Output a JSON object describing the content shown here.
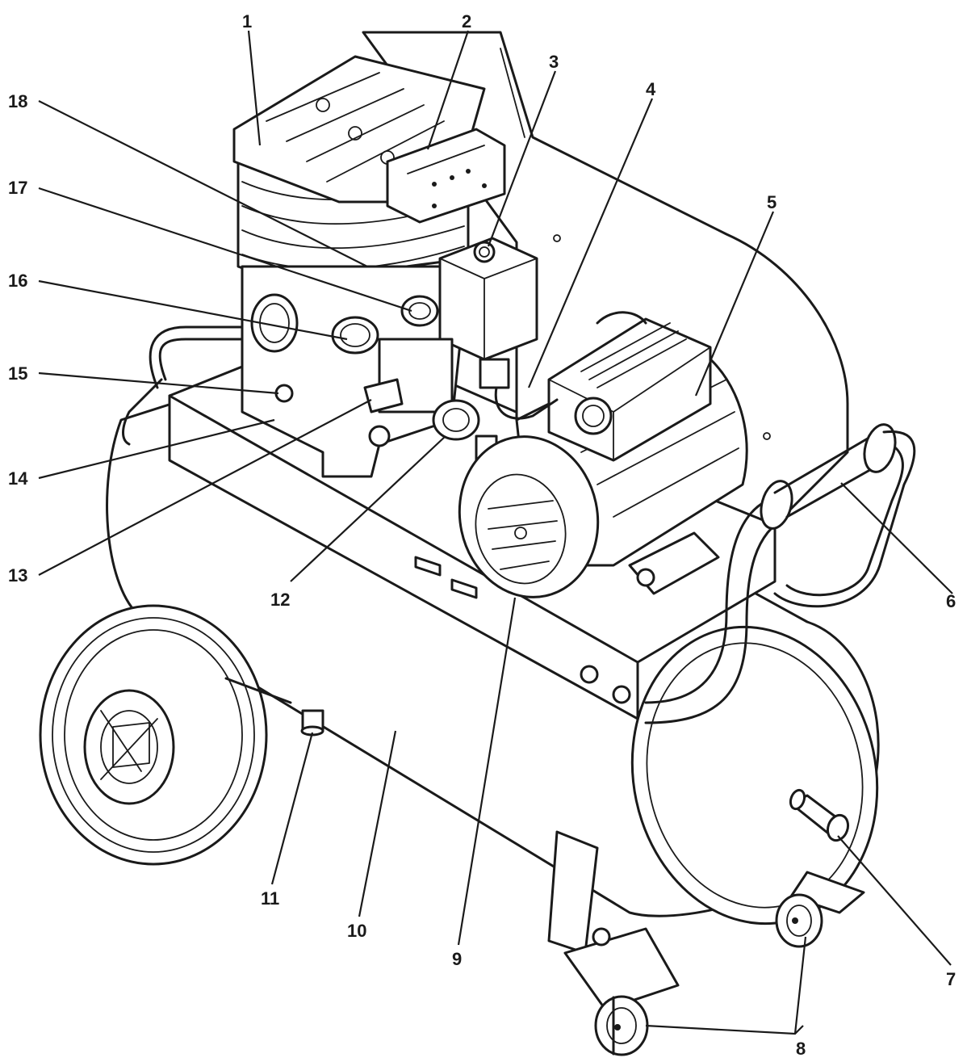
{
  "callouts": [
    {
      "id": "1",
      "label": "1"
    },
    {
      "id": "2",
      "label": "2"
    },
    {
      "id": "3",
      "label": "3"
    },
    {
      "id": "4",
      "label": "4"
    },
    {
      "id": "5",
      "label": "5"
    },
    {
      "id": "6",
      "label": "6"
    },
    {
      "id": "7",
      "label": "7"
    },
    {
      "id": "8",
      "label": "8"
    },
    {
      "id": "9",
      "label": "9"
    },
    {
      "id": "10",
      "label": "10"
    },
    {
      "id": "11",
      "label": "11"
    },
    {
      "id": "12",
      "label": "12"
    },
    {
      "id": "13",
      "label": "13"
    },
    {
      "id": "14",
      "label": "14"
    },
    {
      "id": "15",
      "label": "15"
    },
    {
      "id": "16",
      "label": "16"
    },
    {
      "id": "17",
      "label": "17"
    },
    {
      "id": "18",
      "label": "18"
    }
  ],
  "colors": {
    "ink": "#1a1a1a",
    "background": "#ffffff"
  }
}
